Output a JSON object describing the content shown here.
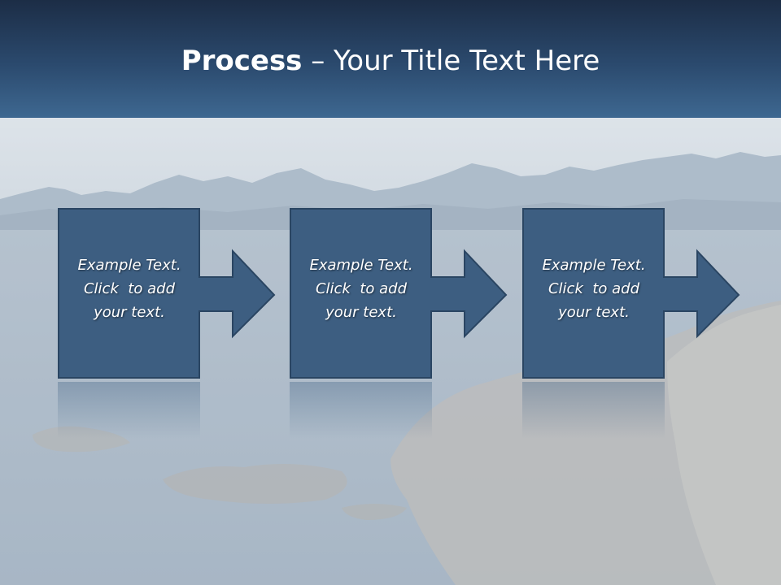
{
  "slide": {
    "title_bold": "Process",
    "title_rest": " – Your Title Text Here"
  },
  "steps": [
    {
      "line1": "Example Text.",
      "line2": "Click  to add",
      "line3": "your text."
    },
    {
      "line1": "Example Text.",
      "line2": "Click  to add",
      "line3": "your text."
    },
    {
      "line1": "Example Text.",
      "line2": "Click  to add",
      "line3": "your text."
    }
  ],
  "colors": {
    "header_dark": "#1c2d46",
    "header_light": "#3e6891",
    "box_fill": "#3d5e81",
    "box_border": "#2a4562"
  }
}
